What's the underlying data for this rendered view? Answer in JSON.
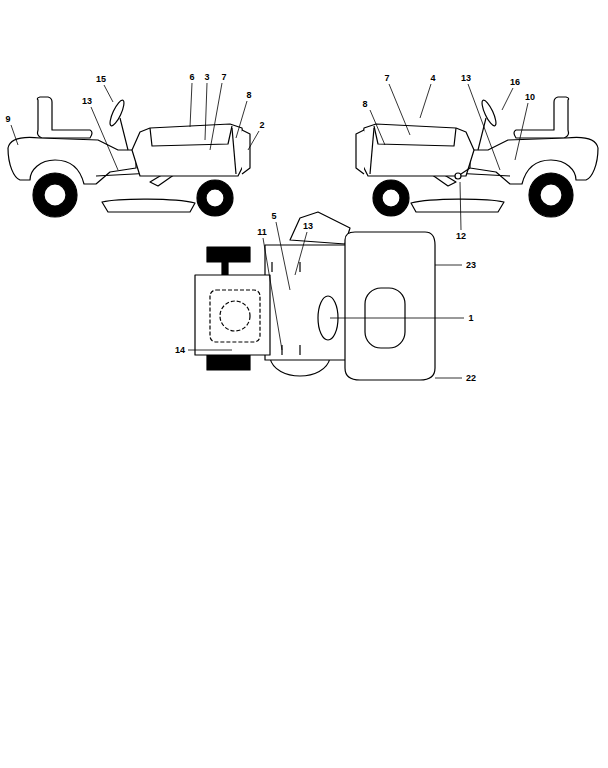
{
  "diagram": {
    "labels": [
      "15",
      "6",
      "3",
      "7",
      "8",
      "2",
      "9",
      "13",
      "7",
      "4",
      "13",
      "16",
      "10",
      "8",
      "12",
      "5",
      "13",
      "11",
      "14",
      "1",
      "23",
      "22"
    ]
  }
}
